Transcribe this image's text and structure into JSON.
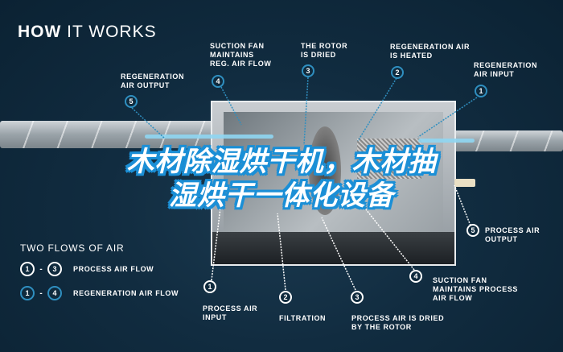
{
  "header": {
    "title_bold": "HOW",
    "title_rest": " IT WORKS"
  },
  "overlay_title": {
    "line1": "木材除湿烘干机，木材抽",
    "line2": "湿烘干一体化设备"
  },
  "colors": {
    "background": "#0e2537",
    "regeneration_marker": "#2f8fc0",
    "process_marker": "#ffffff",
    "overlay_outline": "#1b8fd6",
    "airflow": "#8fd6f2",
    "heater": "#e88a3c"
  },
  "regeneration_steps": [
    {
      "number": "1",
      "label": "REGENERATION\nAIR INPUT"
    },
    {
      "number": "2",
      "label": "REGENERATION AIR\nIS HEATED"
    },
    {
      "number": "3",
      "label": "THE ROTOR\nIS DRIED"
    },
    {
      "number": "4",
      "label": "SUCTION FAN\nMAINTAINS\nREG. AIR FLOW"
    },
    {
      "number": "5",
      "label": "REGENERATION\nAIR OUTPUT"
    }
  ],
  "process_steps": [
    {
      "number": "1",
      "label": "PROCESS AIR\nINPUT"
    },
    {
      "number": "2",
      "label": "FILTRATION"
    },
    {
      "number": "3",
      "label": "PROCESS AIR IS DRIED\nBY THE ROTOR"
    },
    {
      "number": "4",
      "label": "SUCTION FAN\nMAINTAINS PROCESS\nAIR FLOW"
    },
    {
      "number": "5",
      "label": "PROCESS AIR\nOUTPUT"
    }
  ],
  "legend": {
    "title": "TWO FLOWS OF AIR",
    "rows": [
      {
        "from": "1",
        "to": "3",
        "dash": "-",
        "label": "PROCESS AIR FLOW",
        "type": "process"
      },
      {
        "from": "1",
        "to": "4",
        "dash": "-",
        "label": "REGENERATION AIR FLOW",
        "type": "regeneration"
      }
    ]
  }
}
